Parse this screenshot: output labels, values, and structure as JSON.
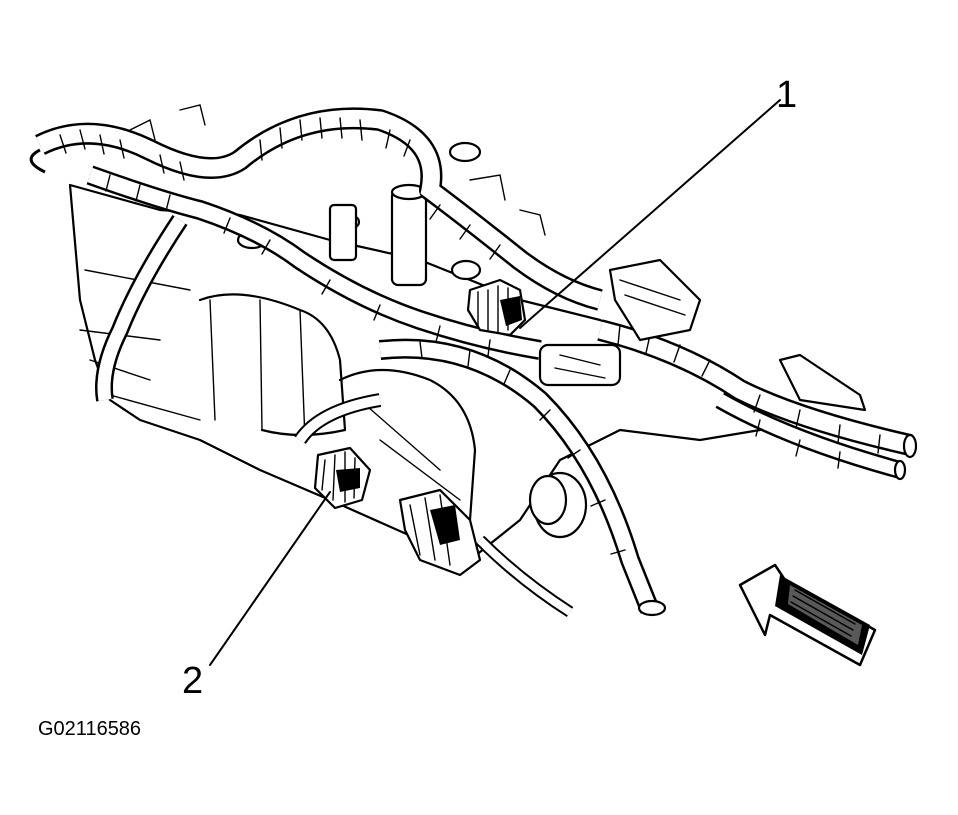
{
  "callouts": {
    "one": "1",
    "two": "2"
  },
  "figure_id": "G02116586",
  "colors": {
    "line": "#000000",
    "background": "#ffffff"
  }
}
